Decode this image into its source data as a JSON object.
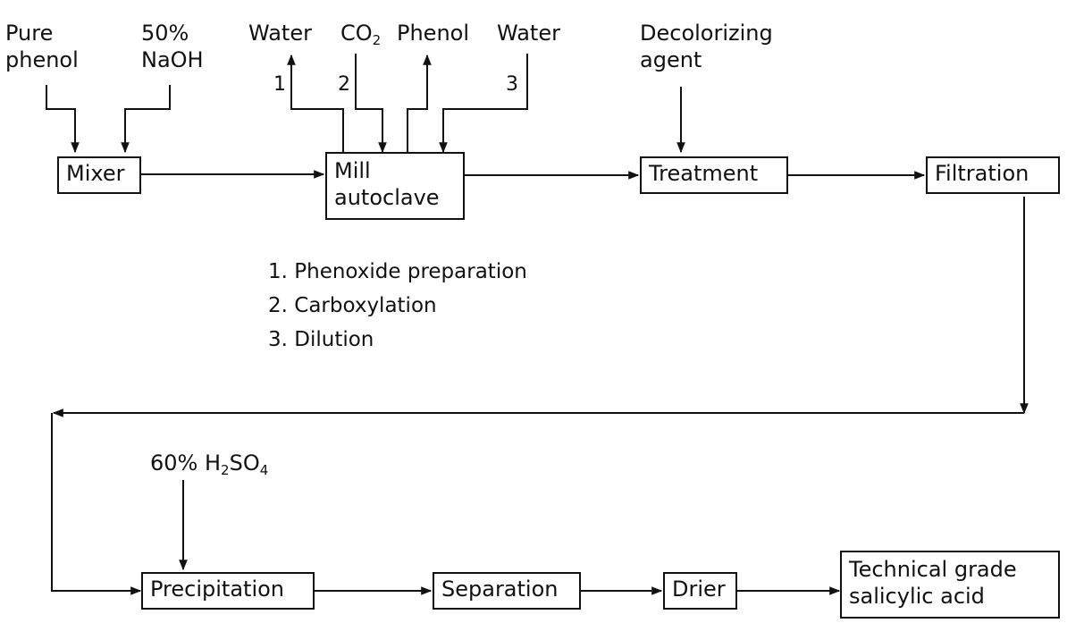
{
  "inputs": {
    "pure_phenol_1": "Pure",
    "pure_phenol_2": "phenol",
    "naoh_1": "50%",
    "naoh_2": "NaOH",
    "water_out": "Water",
    "co2_main": "CO",
    "co2_sub": "2",
    "phenol_out": "Phenol",
    "water_in": "Water",
    "decolorizing_1": "Decolorizing",
    "decolorizing_2": "agent",
    "acid_main": "60% H",
    "acid_sub1": "2",
    "acid_mid": "SO",
    "acid_sub2": "4"
  },
  "stream_numbers": {
    "n1": "1",
    "n2": "2",
    "n3": "3"
  },
  "boxes": {
    "mixer": "Mixer",
    "mill_1": "Mill",
    "mill_2": "autoclave",
    "treatment": "Treatment",
    "filtration": "Filtration",
    "precipitation": "Precipitation",
    "separation": "Separation",
    "drier": "Drier",
    "product_1": "Technical grade",
    "product_2": "salicylic acid"
  },
  "steps": [
    "1. Phenoxide preparation",
    "2. Carboxylation",
    "3. Dilution"
  ]
}
